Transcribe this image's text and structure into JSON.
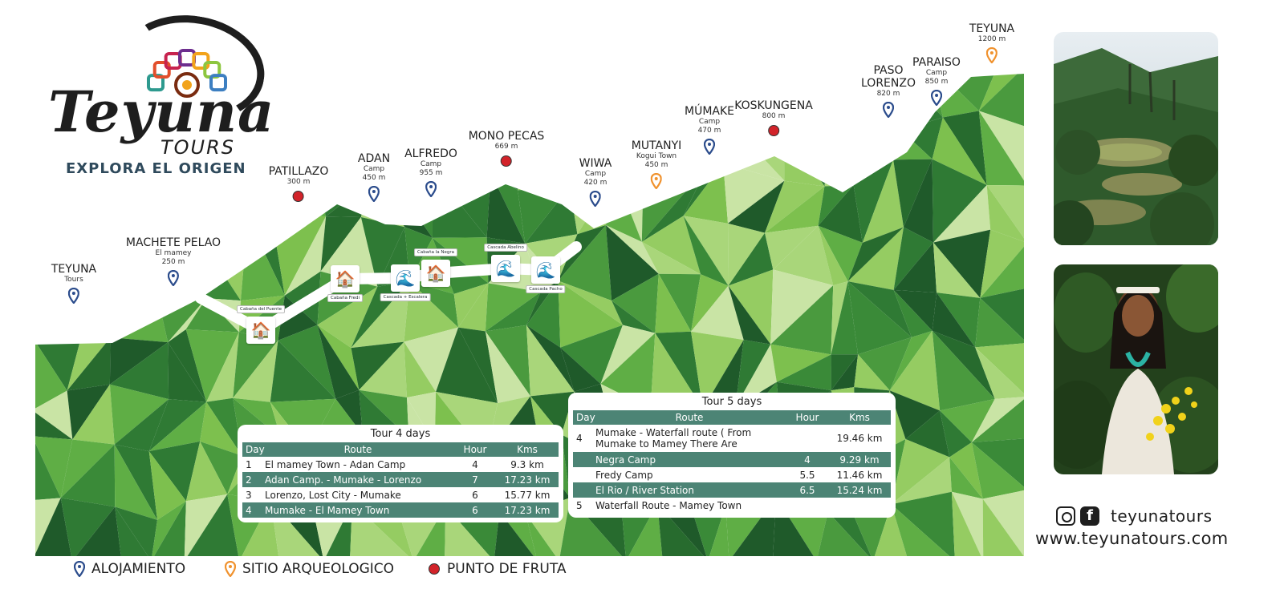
{
  "brand": {
    "title": "Teyuna",
    "subtitle": "TOURS",
    "slogan": "EXPLORA EL ORIGEN",
    "logo_colors": [
      "#2e9a8f",
      "#e24f2c",
      "#c7234f",
      "#6d2d8e",
      "#f2a31b",
      "#8dc63f",
      "#3d7fc1"
    ]
  },
  "colors": {
    "accommodation": "#2b4c8c",
    "archaeological": "#f0922e",
    "fruit": "#d2232a",
    "table_header": "#4c8475",
    "trail": "#ffffff"
  },
  "stops": [
    {
      "id": "teyuna-tours",
      "name": "TEYUNA",
      "sub": "Tours",
      "type": "accommodation"
    },
    {
      "id": "machete-pelao",
      "name": "MACHETE PELAO",
      "sub": "El mamey\n250 m",
      "type": "accommodation"
    },
    {
      "id": "patillazo",
      "name": "PATILLAZO",
      "sub": "300 m",
      "type": "fruit"
    },
    {
      "id": "adan",
      "name": "ADAN",
      "sub": "Camp\n450 m",
      "type": "accommodation"
    },
    {
      "id": "alfredo",
      "name": "ALFREDO",
      "sub": "Camp\n955 m",
      "type": "accommodation"
    },
    {
      "id": "mono-pecas",
      "name": "MONO PECAS",
      "sub": "669 m",
      "type": "fruit"
    },
    {
      "id": "wiwa",
      "name": "WIWA",
      "sub": "Camp\n420 m",
      "type": "accommodation"
    },
    {
      "id": "mutanyi",
      "name": "MUTANYI",
      "sub": "Kogui Town\n450 m",
      "type": "archaeological"
    },
    {
      "id": "mumake",
      "name": "MÚMAKE",
      "sub": "Camp\n470 m",
      "type": "accommodation"
    },
    {
      "id": "koskungena",
      "name": "KOSKUNGENA",
      "sub": "800 m",
      "type": "fruit"
    },
    {
      "id": "paso-lorenzo",
      "name": "PASO\nLORENZO",
      "sub": "820 m",
      "type": "accommodation"
    },
    {
      "id": "paraiso",
      "name": "PARAISO",
      "sub": "Camp\n850 m",
      "type": "accommodation"
    },
    {
      "id": "teyuna-top",
      "name": "TEYUNA",
      "sub": "1200 m",
      "type": "archaeological"
    }
  ],
  "cabins": [
    {
      "id": "cabana-del-puente",
      "label": "Cabaña del Puente",
      "icon": "cabin-icon",
      "label_pos": "above"
    },
    {
      "id": "cabana-fredi",
      "label": "Cabaña Fredi",
      "icon": "cabin-icon",
      "label_pos": "below"
    },
    {
      "id": "cascada-escalera",
      "label": "Cascada + Escalera",
      "icon": "waterfall-icon",
      "label_pos": "below"
    },
    {
      "id": "cabana-la-negra",
      "label": "Cabaña la Negra",
      "icon": "cabin-icon",
      "label_pos": "above"
    },
    {
      "id": "cascada-abelino",
      "label": "Cascada Abelino",
      "icon": "waterfall-icon",
      "label_pos": "above"
    },
    {
      "id": "cascada-pacho",
      "label": "Cascada Pacho",
      "icon": "waterfall-icon",
      "label_pos": "below"
    }
  ],
  "tour4": {
    "title": "Tour 4 days",
    "headers": {
      "day": "Day",
      "route": "Route",
      "hour": "Hour",
      "kms": "Kms"
    },
    "rows": [
      {
        "day": "1",
        "route": "El mamey Town - Adan Camp",
        "hour": "4",
        "kms": "9.3 km"
      },
      {
        "day": "2",
        "route": "Adan Camp. - Mumake - Lorenzo",
        "hour": "7",
        "kms": "17.23 km"
      },
      {
        "day": "3",
        "route": "Lorenzo, Lost City - Mumake",
        "hour": "6",
        "kms": "15.77 km"
      },
      {
        "day": "4",
        "route": "Mumake - El Mamey Town",
        "hour": "6",
        "kms": "17.23 km"
      }
    ]
  },
  "tour5": {
    "title": "Tour 5 days",
    "headers": {
      "day": "Day",
      "route": "Route",
      "hour": "Hour",
      "kms": "Kms"
    },
    "rows": [
      {
        "day": "4",
        "route": "Mumake - Waterfall route ( From Mumake to Mamey There Are",
        "hour": "",
        "kms": "19.46 km"
      },
      {
        "day": "",
        "route": "Negra Camp",
        "hour": "4",
        "kms": "9.29 km"
      },
      {
        "day": "",
        "route": "Fredy Camp",
        "hour": "5.5",
        "kms": "11.46 km"
      },
      {
        "day": "",
        "route": "El Rio /  River Station",
        "hour": "6.5",
        "kms": "15.24 km"
      },
      {
        "day": "5",
        "route": "Waterfall Route - Mamey Town",
        "hour": "",
        "kms": ""
      }
    ]
  },
  "legend": {
    "accommodation": "ALOJAMIENTO",
    "archaeological": "SITIO ARQUEOLOGICO",
    "fruit": "PUNTO DE FRUTA"
  },
  "contact": {
    "handle": "teyunatours",
    "website": "www.teyunatours.com",
    "icons": [
      "instagram-icon",
      "facebook-icon"
    ]
  },
  "photos": [
    {
      "id": "lost-city-terraces",
      "icon": "landscape-photo"
    },
    {
      "id": "indigenous-woman",
      "icon": "portrait-photo"
    }
  ]
}
